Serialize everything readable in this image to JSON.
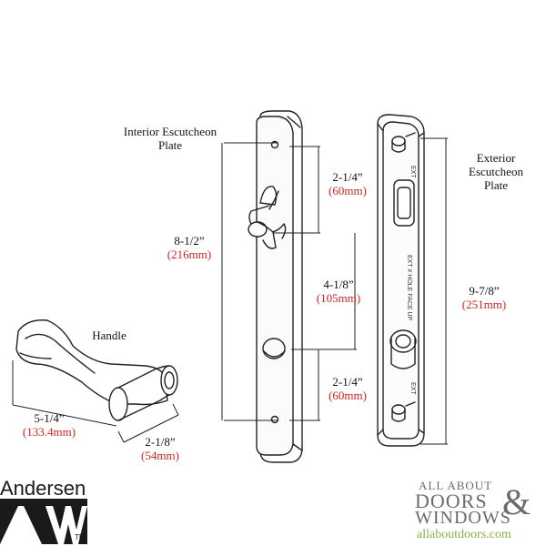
{
  "labels": {
    "interior": "Interior Escutcheon\nPlate",
    "exterior": "Exterior\nEscutcheon\nPlate",
    "handle": "Handle"
  },
  "dimensions": {
    "d1": {
      "imperial": "2-1/4”",
      "metric": "(60mm)"
    },
    "d2": {
      "imperial": "8-1/2”",
      "metric": "(216mm)"
    },
    "d3": {
      "imperial": "4-1/8”",
      "metric": "(105mm)"
    },
    "d4": {
      "imperial": "2-1/4”",
      "metric": "(60mm)"
    },
    "d5": {
      "imperial": "9-7/8”",
      "metric": "(251mm)"
    },
    "d6": {
      "imperial": "5-1/4”",
      "metric": "(133.4mm)"
    },
    "d7": {
      "imperial": "2-1/8”",
      "metric": "(54mm)"
    }
  },
  "plate_markings": {
    "top": "EXT",
    "middle": "EXT # HOLE FACE UP",
    "bottom": "EXT"
  },
  "branding": {
    "andersen": "Andersen",
    "aw_mark": "AW",
    "tm": "TM",
    "retailer_line1": "ALL ABOUT",
    "retailer_line2": "DOORS",
    "retailer_amp": "&",
    "retailer_line3": "WINDOWS",
    "retailer_url": "allaboutdoors.com"
  },
  "colors": {
    "metric_text": "#d22323",
    "aw_logo": "#1a1a1a",
    "retailer_gray": "#6b6b6b",
    "retailer_url": "#8bb04a"
  }
}
